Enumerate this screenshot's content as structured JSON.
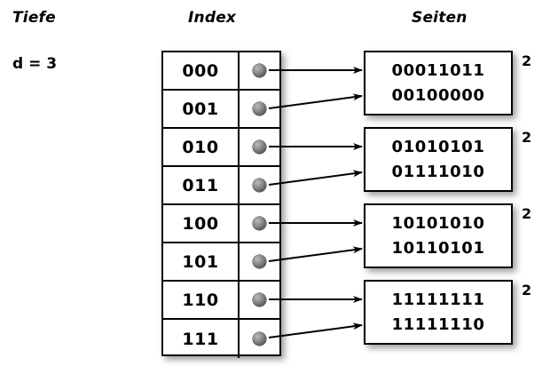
{
  "headers": {
    "depth": "Tiefe",
    "index": "Index",
    "pages": "Seiten"
  },
  "depth": {
    "label": "d = 3"
  },
  "index_table": {
    "rows": [
      {
        "key": "000",
        "pointer": "pointer-dot"
      },
      {
        "key": "001",
        "pointer": "pointer-dot"
      },
      {
        "key": "010",
        "pointer": "pointer-dot"
      },
      {
        "key": "011",
        "pointer": "pointer-dot"
      },
      {
        "key": "100",
        "pointer": "pointer-dot"
      },
      {
        "key": "101",
        "pointer": "pointer-dot"
      },
      {
        "key": "110",
        "pointer": "pointer-dot"
      },
      {
        "key": "111",
        "pointer": "pointer-dot"
      }
    ]
  },
  "pages": [
    {
      "line1": "00011011",
      "line2": "00100000",
      "local_depth": "2",
      "from_index": [
        "000",
        "001"
      ]
    },
    {
      "line1": "01010101",
      "line2": "01111010",
      "local_depth": "2",
      "from_index": [
        "010",
        "011"
      ]
    },
    {
      "line1": "10101010",
      "line2": "10110101",
      "local_depth": "2",
      "from_index": [
        "100",
        "101"
      ]
    },
    {
      "line1": "11111111",
      "line2": "11111110",
      "local_depth": "2",
      "from_index": [
        "110",
        "111"
      ]
    }
  ],
  "colors": {
    "background": "#ffffff",
    "stroke": "#000000",
    "pointer_dot": "#7a7a7a",
    "shadow": "rgba(0,0,0,0.38)"
  }
}
